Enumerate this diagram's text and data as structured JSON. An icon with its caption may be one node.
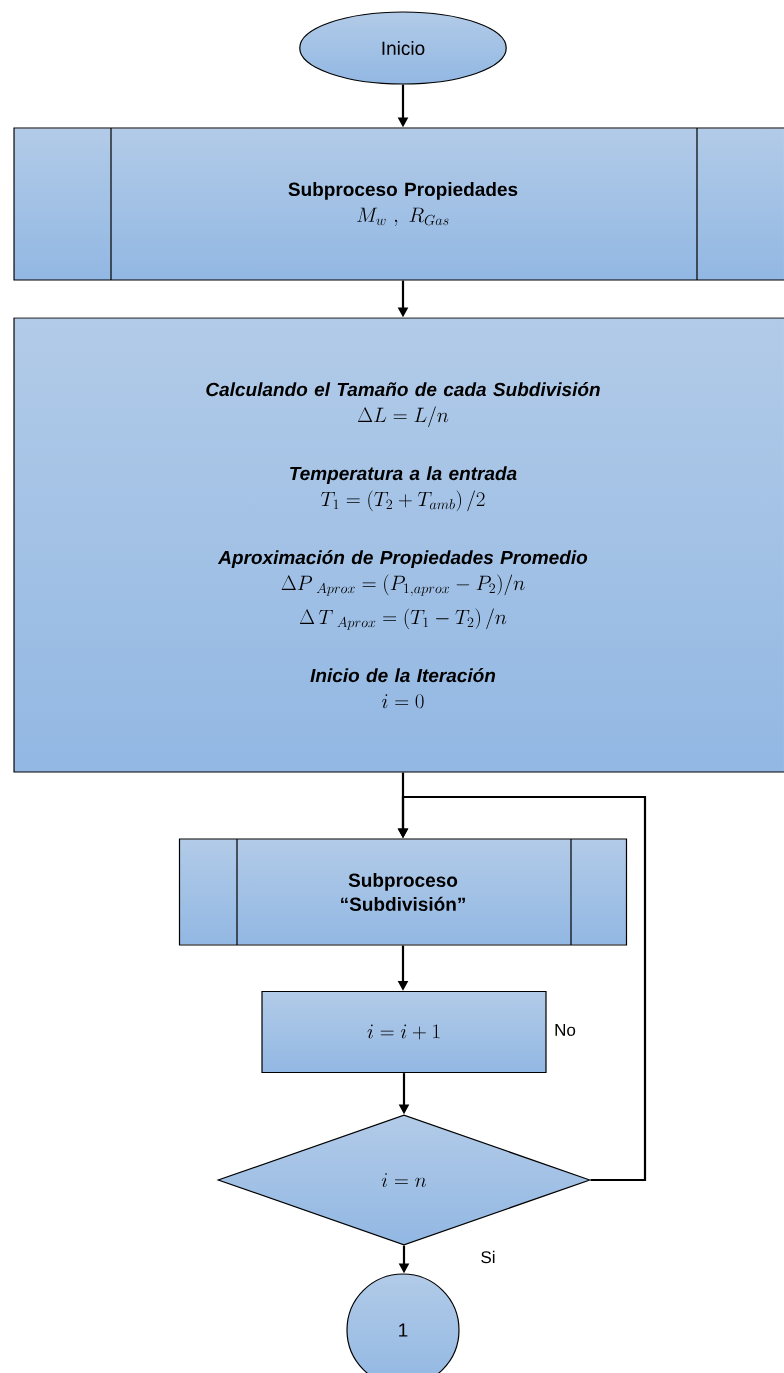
{
  "diagram": {
    "nodes": [
      {
        "text": [
          "Inicio"
        ]
      },
      {
        "text": [
          "Subproceso Propiedades",
          "M_w\\ ,\\ R_{Gas}"
        ]
      },
      {
        "text": [
          "Calculando el Tamaño de cada Subdivisión",
          "\\Delta L = L/n",
          "Temperatura a la entrada",
          "T_1 = \\left(T_2 + T_{amb}\\right)/2",
          "Aproximación de Propiedades Promedio",
          "\\Delta P_{\\ Aprox} = \\big(P_{1,aprox} - P_2\\big)/n",
          "\\Delta\\,T_{\\ Aprox} = \\left(T_1 - T_2\\right)/n",
          "Inicio de la Iteración",
          "i = 0"
        ]
      },
      {
        "text": [
          "Subproceso “Subdivisión”"
        ]
      },
      {
        "text": [
          "i = i + 1"
        ]
      },
      {
        "text": [
          "i = n"
        ]
      },
      {
        "text": [
          "1"
        ]
      }
    ],
    "edges": [
      {
        "from": 0,
        "to": 1,
        "arrow": "to"
      },
      {
        "from": 1,
        "to": 2,
        "arrow": "to"
      },
      {
        "from": 2,
        "to": 3,
        "arrow": "to"
      },
      {
        "from": 3,
        "to": 4,
        "arrow": "to"
      },
      {
        "from": 4,
        "to": 5,
        "arrow": "to"
      },
      {
        "from": 5,
        "to": 6,
        "arrow": "to",
        "label": "Si"
      },
      {
        "from": 5,
        "to": 3,
        "arrow": "to",
        "label": "No"
      }
    ]
  }
}
